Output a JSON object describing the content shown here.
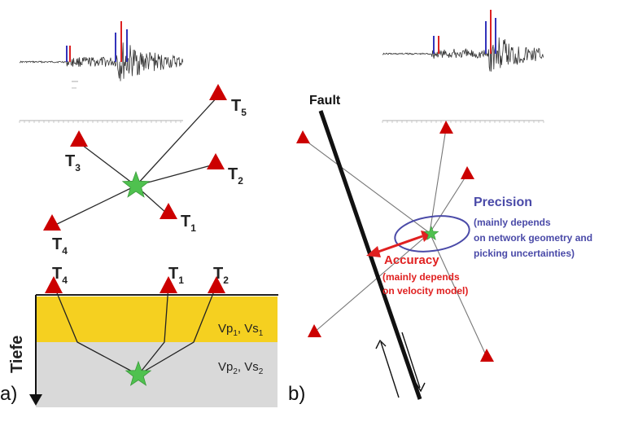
{
  "panel_a": {
    "label": "a)",
    "stations_map": [
      {
        "id": "T5",
        "base": "T",
        "sub": "5"
      },
      {
        "id": "T3",
        "base": "T",
        "sub": "3"
      },
      {
        "id": "T2",
        "base": "T",
        "sub": "2"
      },
      {
        "id": "T1",
        "base": "T",
        "sub": "1"
      },
      {
        "id": "T4",
        "base": "T",
        "sub": "4"
      }
    ],
    "stations_section": [
      {
        "id": "T4",
        "base": "T",
        "sub": "4"
      },
      {
        "id": "T1",
        "base": "T",
        "sub": "1"
      },
      {
        "id": "T2",
        "base": "T",
        "sub": "2"
      }
    ],
    "layer1": {
      "vp": "Vp",
      "vp_sub": "1",
      "sep": ", ",
      "vs": "Vs",
      "vs_sub": "1",
      "color": "#f5d020"
    },
    "layer2": {
      "vp": "Vp",
      "vp_sub": "2",
      "sep": ", ",
      "vs": "Vs",
      "vs_sub": "2",
      "color": "#d9d9d9"
    },
    "depth_axis_label": "Tiefe"
  },
  "panel_b": {
    "label": "b)",
    "fault_label": "Fault",
    "precision": {
      "title": "Precision",
      "lines": [
        "(mainly depends",
        "on network geometry and",
        "picking uncertainties)"
      ],
      "color": "#4a4aa8"
    },
    "accuracy": {
      "title": "Accuracy",
      "lines": [
        "(mainly depends",
        "on velocity model)"
      ],
      "color": "#e02020"
    }
  },
  "colors": {
    "station": "#cc0000",
    "epicenter": "#4fc14f",
    "pick_blue": "#3333bb",
    "pick_red": "#dd2222",
    "trace": "#333333"
  },
  "icons": {
    "station": "red-triangle-icon",
    "epicenter": "green-star-icon"
  }
}
